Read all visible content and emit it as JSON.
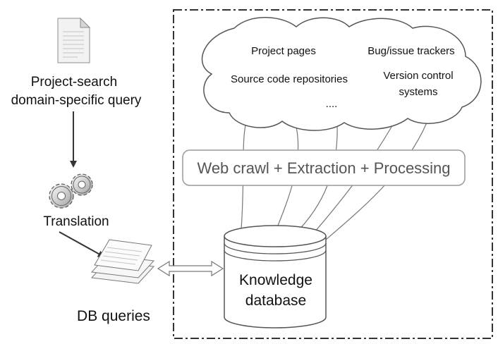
{
  "query": {
    "line1": "Project-search",
    "line2": "domain-specific query"
  },
  "translation": {
    "label": "Translation"
  },
  "db_queries": {
    "label": "DB queries"
  },
  "sources": {
    "project_pages": "Project pages",
    "bug_trackers": "Bug/issue trackers",
    "source_repos": "Source code repositories",
    "vcs_line1": "Version control",
    "vcs_line2": "systems",
    "ellipsis": "...."
  },
  "pipeline": {
    "label": "Web crawl + Extraction + Processing"
  },
  "database": {
    "line1": "Knowledge",
    "line2": "database"
  },
  "icons": {
    "query": "document-icon",
    "translation": "gears-icon",
    "queries": "document-stack-icon",
    "database": "database-cylinder-icon"
  }
}
